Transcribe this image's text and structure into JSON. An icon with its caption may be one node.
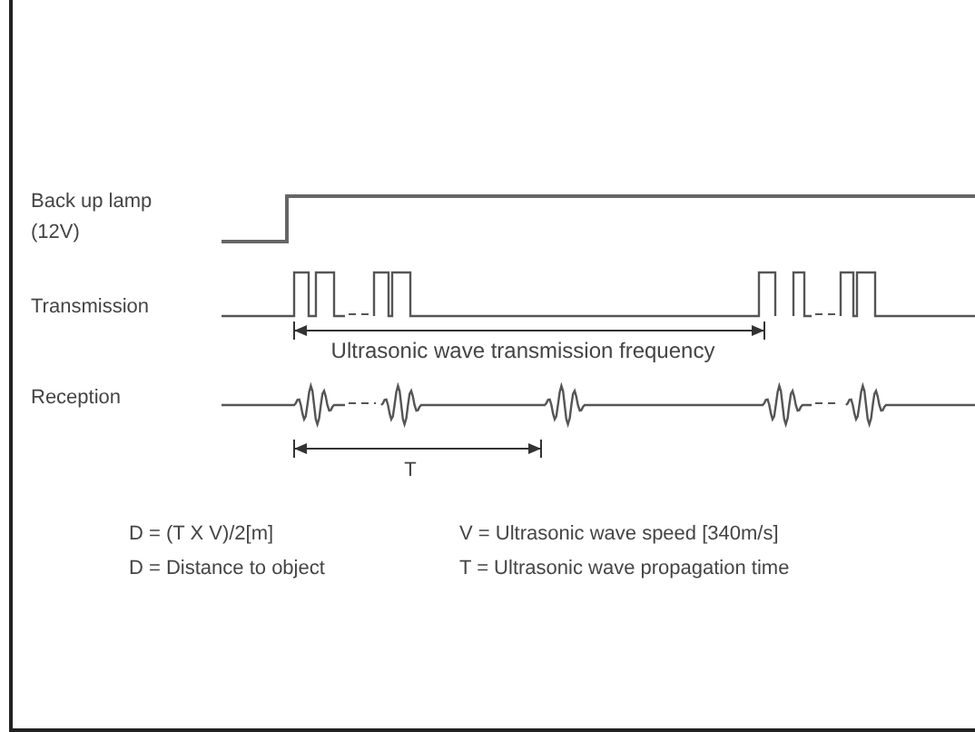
{
  "diagram": {
    "labels": [
      "Back up lamp (12V)",
      "Transmission",
      "Ultrasonic wave transmission frequency",
      "Reception",
      "T",
      "D = (T X V)/2[m]",
      "V = Ultrasonic wave speed [340m/s]",
      "D = Distance to object",
      "T = Ultrasonic wave propagation time"
    ]
  }
}
